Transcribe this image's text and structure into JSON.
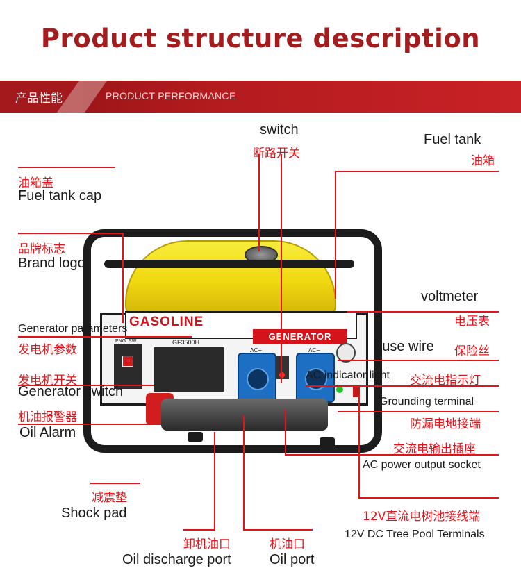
{
  "header": {
    "title": "Product structure description"
  },
  "banner": {
    "cn": "产品性能",
    "en": "PRODUCT PERFORMANCE"
  },
  "generator": {
    "brand": "GASOLINE",
    "badge": "GENERATOR",
    "model": "GF3500H",
    "panel_label": "ENG. SW.",
    "outlet_left": "AC~",
    "outlet_right": "AC~"
  },
  "labels": {
    "switch": {
      "en": "switch",
      "cn": "断路开关"
    },
    "fuel_tank": {
      "en": "Fuel tank",
      "cn": "油箱"
    },
    "fuel_tank_cap": {
      "cn": "油箱盖",
      "en": "Fuel tank cap"
    },
    "brand_logo": {
      "cn": "品牌标志",
      "en": "Brand logo"
    },
    "voltmeter": {
      "en": "voltmeter",
      "cn": "电压表"
    },
    "gen_params": {
      "en": "Generator parameters",
      "cn": "发电机参数"
    },
    "fuse_wire": {
      "en": "Fuse wire",
      "cn": "保险丝"
    },
    "gen_switch": {
      "cn": "发电机开关",
      "en": "Generator switch"
    },
    "ac_indicator": {
      "en": "AC indicator light",
      "cn": "交流电指示灯"
    },
    "oil_alarm": {
      "cn": "机油报警器",
      "en": "Oil Alarm"
    },
    "grounding": {
      "en": "Grounding terminal",
      "cn": "防漏电地接端"
    },
    "ac_output": {
      "cn": "交流电输出插座",
      "en": "AC power output socket"
    },
    "shock_pad": {
      "cn": "减震垫",
      "en": "Shock pad"
    },
    "dc_terminal": {
      "cn": "12V直流电树池接线端",
      "en": "12V DC Tree Pool Terminals"
    },
    "oil_discharge": {
      "cn": "卸机油口",
      "en": "Oil discharge port"
    },
    "oil_port": {
      "cn": "机油口",
      "en": "Oil port"
    }
  },
  "colors": {
    "accent": "#e0141a",
    "title": "#a31d1f",
    "banner": "#b31b1e",
    "tank": "#f0d810",
    "outlet": "#1d6fc4"
  }
}
